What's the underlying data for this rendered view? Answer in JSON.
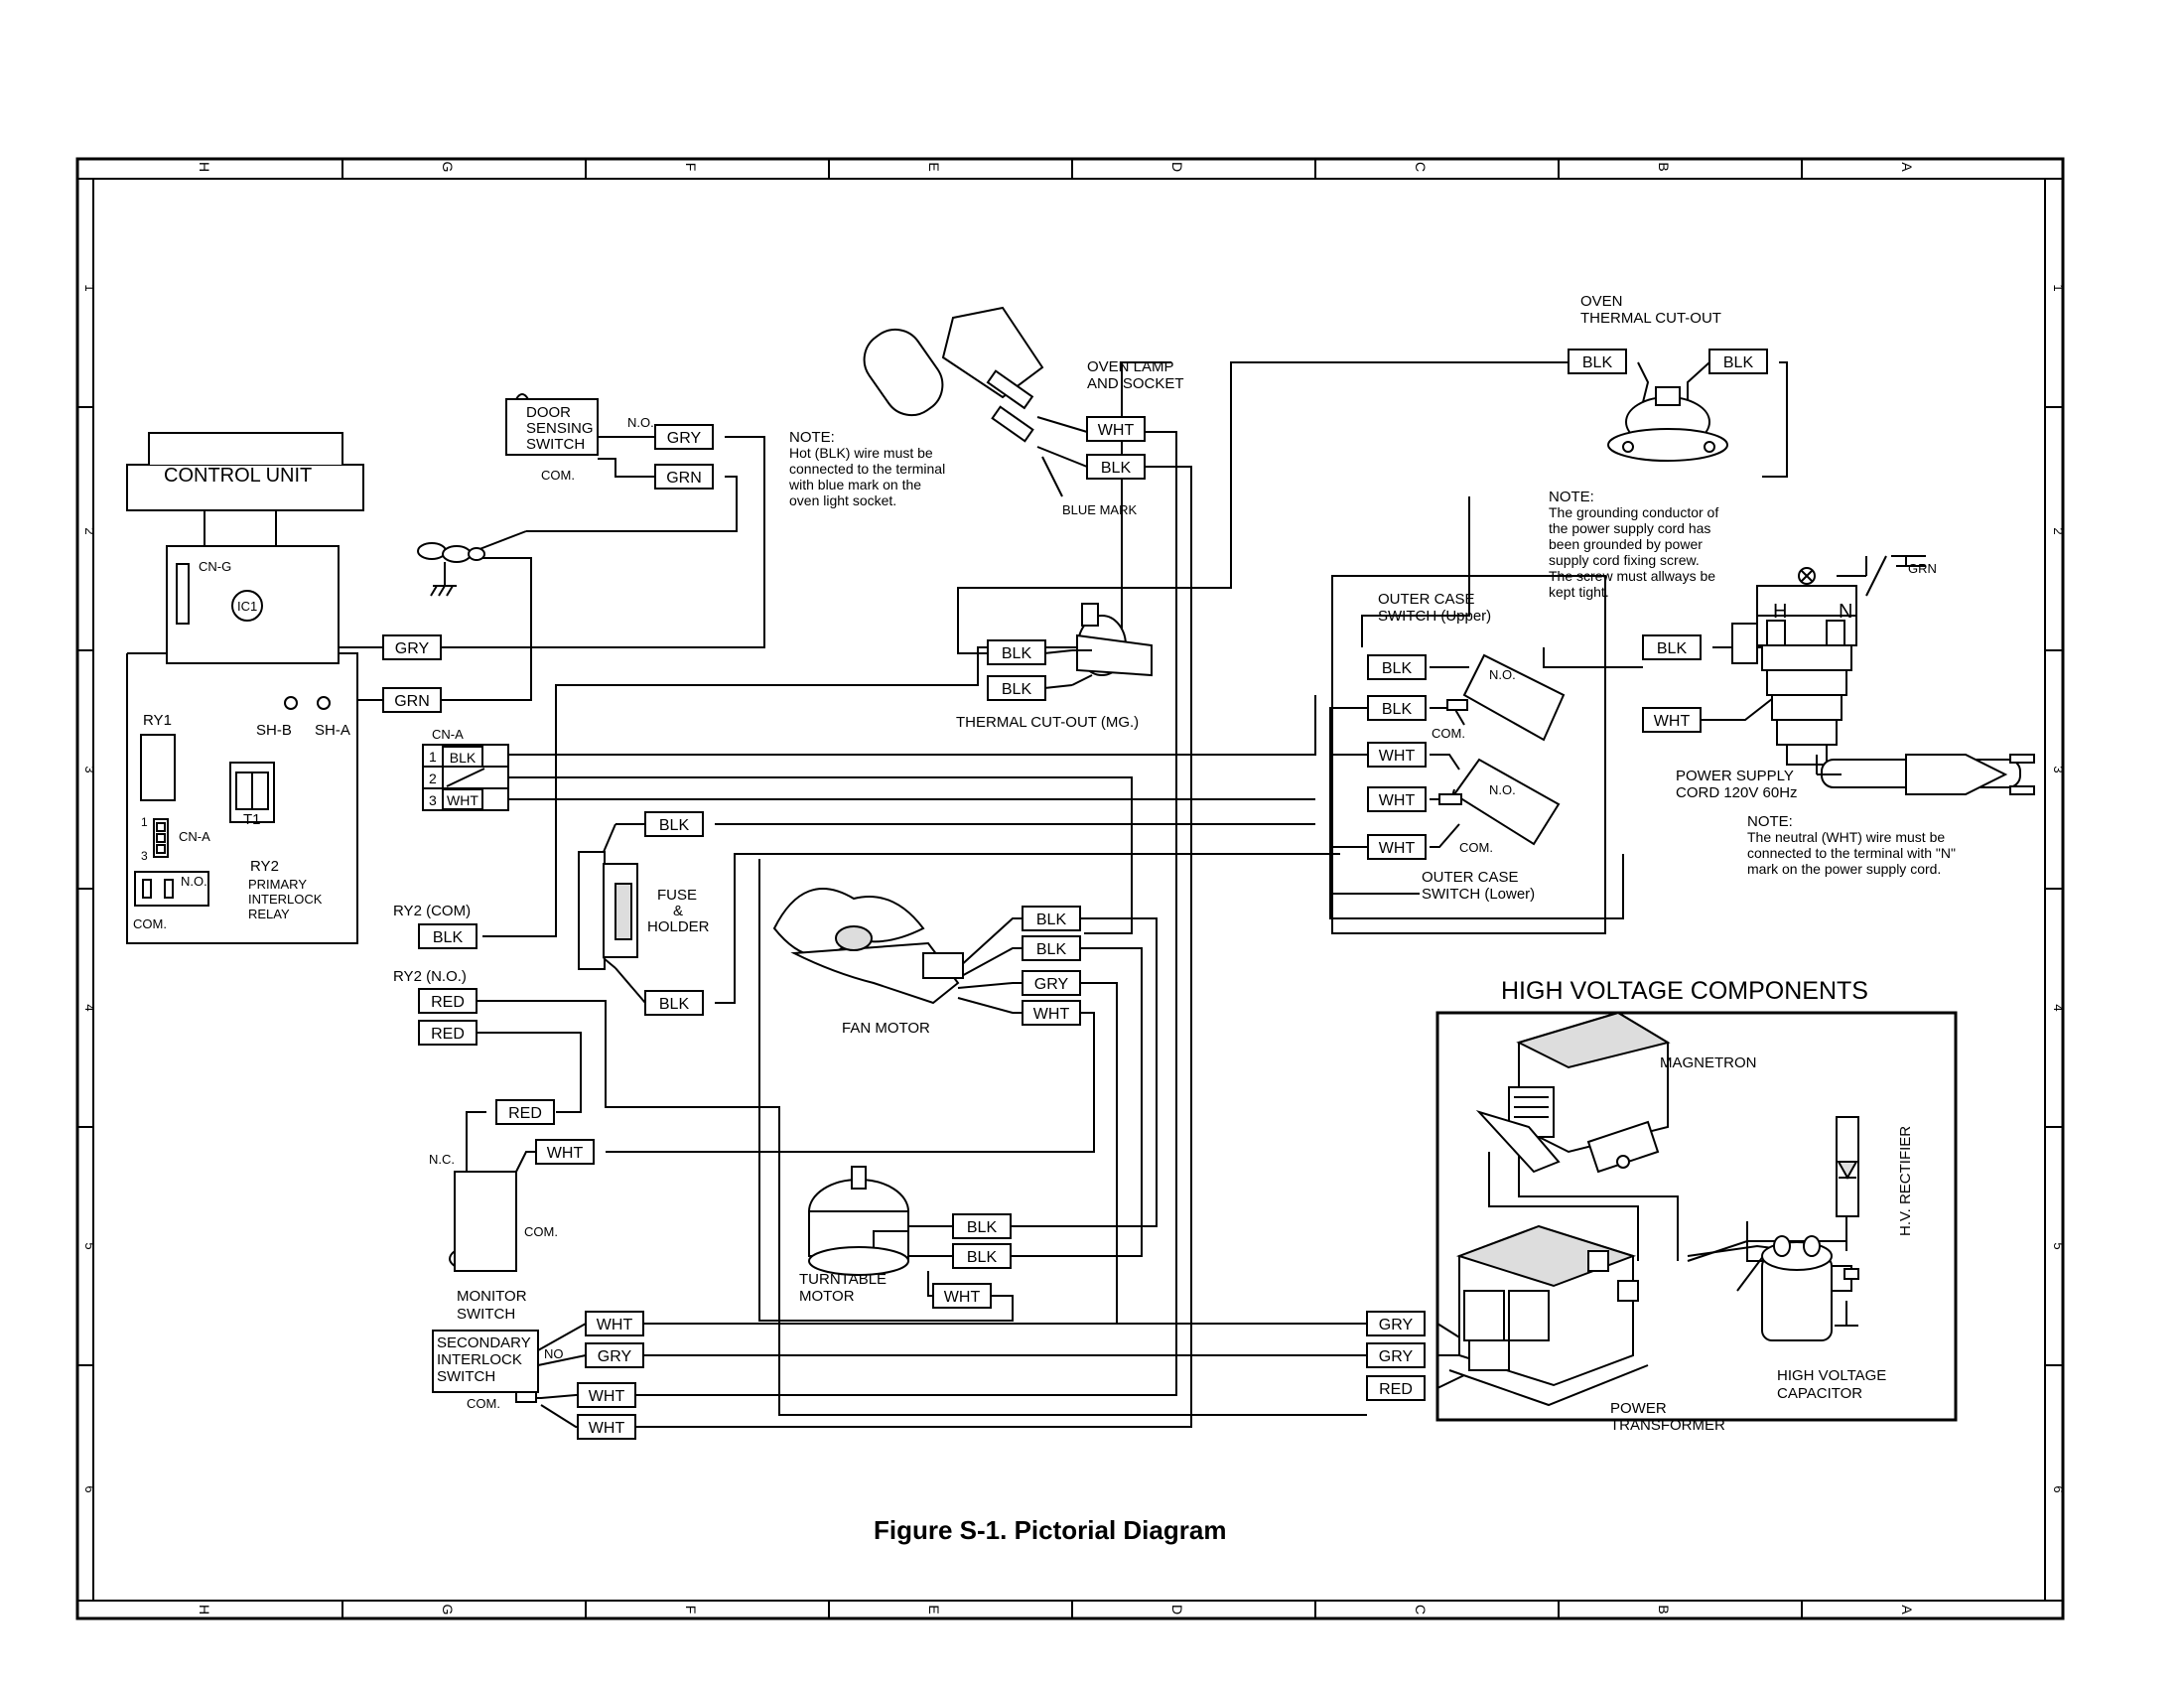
{
  "frame": {
    "columns": [
      "H",
      "G",
      "F",
      "E",
      "D",
      "C",
      "B",
      "A"
    ],
    "rows": [
      "1",
      "2",
      "3",
      "4",
      "5",
      "6"
    ]
  },
  "figure_caption": "Figure S-1. Pictorial Diagram",
  "labels": {
    "control_unit": "CONTROL UNIT",
    "cn_g": "CN-G",
    "ic1": "IC1",
    "ry1": "RY1",
    "t1": "T1",
    "sh_b": "SH-B",
    "sh_a": "SH-A",
    "cn_a_board": "CN-A",
    "cn_a_pin1": "1",
    "cn_a_pin3": "3",
    "ry2_title": "RY2",
    "ry2_l1": "PRIMARY",
    "ry2_l2": "INTERLOCK",
    "ry2_l3": "RELAY",
    "ry2_no": "N.O.",
    "ry2_com": "COM.",
    "door_l1": "DOOR",
    "door_l2": "SENSING",
    "door_l3": "SWITCH",
    "door_no": "N.O.",
    "door_com": "COM.",
    "cn_a_header": "CN-A",
    "cn_a_rows": [
      "1",
      "2",
      "3"
    ],
    "ry2_com_label": "RY2 (COM)",
    "ry2_no_label": "RY2 (N.O.)",
    "fuse_l1": "FUSE",
    "fuse_l2": "&",
    "fuse_l3": "HOLDER",
    "fan_motor": "FAN MOTOR",
    "monitor_nc": "N.C.",
    "monitor_com": "COM.",
    "monitor_l1": "MONITOR",
    "monitor_l2": "SWITCH",
    "turntable_l1": "TURNTABLE",
    "turntable_l2": "MOTOR",
    "secondary_l1": "SECONDARY",
    "secondary_l2": "INTERLOCK",
    "secondary_l3": "SWITCH",
    "secondary_no": "NO",
    "secondary_com": "COM.",
    "note_lamp_l1": "NOTE:",
    "note_lamp_l2": "Hot (BLK) wire must be",
    "note_lamp_l3": "connected to the terminal",
    "note_lamp_l4": "with  blue  mark  on  the",
    "note_lamp_l5": "oven light socket.",
    "oven_lamp_l1": "OVEN LAMP",
    "oven_lamp_l2": "AND SOCKET",
    "blue_mark": "BLUE MARK",
    "thermal_mg": "THERMAL CUT-OUT (MG.)",
    "oven_thermal_l1": "OVEN",
    "oven_thermal_l2": "THERMAL CUT-OUT",
    "note_ground_l1": "NOTE:",
    "note_ground_l2": "The grounding conductor of",
    "note_ground_l3": "the power supply cord has",
    "note_ground_l4": "been  grounded  by  power",
    "note_ground_l5": "supply cord fixing screw.",
    "note_ground_l6": "The screw must allways be",
    "note_ground_l7": "kept  tight.",
    "grn_ground": "GRN",
    "plug_h": "H",
    "plug_n": "N",
    "outer_upper_l1": "OUTER CASE",
    "outer_upper_l2": "SWITCH (Upper)",
    "outer_upper_no": "N.O.",
    "outer_upper_com": "COM.",
    "outer_lower_no": "N.O.",
    "outer_lower_com": "COM.",
    "outer_lower_l1": "OUTER CASE",
    "outer_lower_l2": "SWITCH (Lower)",
    "power_cord_l1": "POWER SUPPLY",
    "power_cord_l2": "CORD 120V 60Hz",
    "note_neutral_l1": "NOTE:",
    "note_neutral_l2": "The  neutral  (WHT)  wire must  be",
    "note_neutral_l3": "connected to the terminal with \"N\"",
    "note_neutral_l4": "mark on the power    supply cord.",
    "hv_title": "HIGH VOLTAGE COMPONENTS",
    "magnetron": "MAGNETRON",
    "rectifier": "H.V. RECTIFIER",
    "hv_cap_l1": "HIGH VOLTAGE",
    "hv_cap_l2": "CAPACITOR",
    "transformer_l1": "POWER",
    "transformer_l2": "TRANSFORMER"
  },
  "wire_tags": [
    {
      "text": "GRY"
    },
    {
      "text": "GRN"
    },
    {
      "text": "GRY"
    },
    {
      "text": "GRN"
    },
    {
      "text": "BLK"
    },
    {
      "text": "WHT"
    },
    {
      "text": "BLK"
    },
    {
      "text": "RED"
    },
    {
      "text": "RED"
    },
    {
      "text": "BLK"
    },
    {
      "text": "BLK"
    },
    {
      "text": "WHT"
    },
    {
      "text": "BLK"
    },
    {
      "text": "BLK"
    },
    {
      "text": "BLK"
    },
    {
      "text": "BLK"
    },
    {
      "text": "BLK"
    },
    {
      "text": "GRY"
    },
    {
      "text": "WHT"
    },
    {
      "text": "RED"
    },
    {
      "text": "WHT"
    },
    {
      "text": "BLK"
    },
    {
      "text": "BLK"
    },
    {
      "text": "WHT"
    },
    {
      "text": "WHT"
    },
    {
      "text": "GRY"
    },
    {
      "text": "WHT"
    },
    {
      "text": "WHT"
    },
    {
      "text": "BLK"
    },
    {
      "text": "BLK"
    },
    {
      "text": "BLK"
    },
    {
      "text": "BLK"
    },
    {
      "text": "WHT"
    },
    {
      "text": "WHT"
    },
    {
      "text": "WHT"
    },
    {
      "text": "BLK"
    },
    {
      "text": "WHT"
    },
    {
      "text": "GRY"
    },
    {
      "text": "GRY"
    },
    {
      "text": "RED"
    }
  ]
}
